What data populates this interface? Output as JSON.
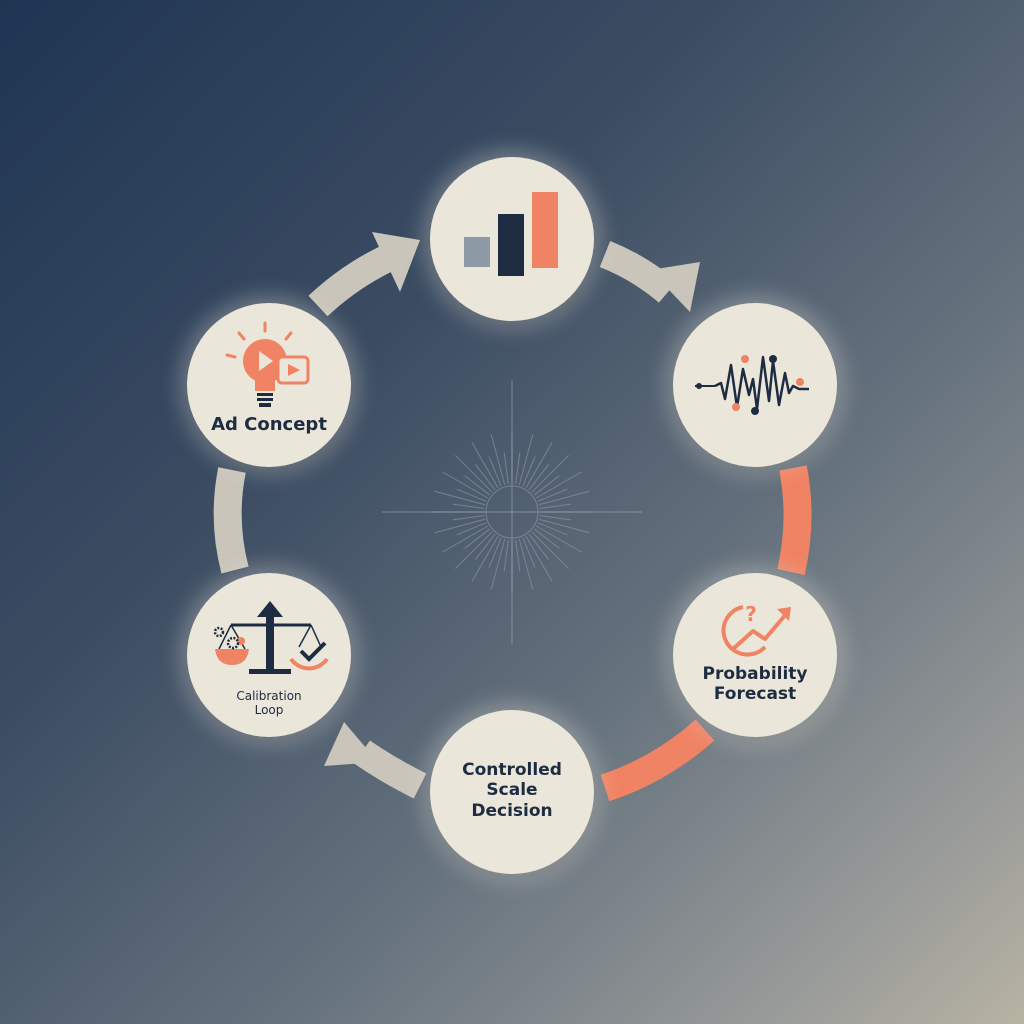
{
  "colors": {
    "accent": "#f08363",
    "navy": "#1e2c42",
    "node_fill": "#ebe6da",
    "connector_neutral": "#c9c5bb"
  },
  "nodes": [
    {
      "id": "top",
      "icon": "bar-chart-icon",
      "label": ""
    },
    {
      "id": "right",
      "icon": "signal-waveform-icon",
      "label": ""
    },
    {
      "id": "bottom-right",
      "icon": "question-trend-icon",
      "label": "Probability Forecast"
    },
    {
      "id": "bottom",
      "icon": "",
      "label": "Controlled\nScale\nDecision"
    },
    {
      "id": "bottom-left",
      "icon": "balance-scale-icon",
      "label": "Calibration\nLoop"
    },
    {
      "id": "left",
      "icon": "lightbulb-video-icon",
      "label": "Ad Concept"
    }
  ],
  "labels": {
    "ad_concept": "Ad Concept",
    "probability_forecast": "Probability Forecast",
    "controlled_scale": "Controlled\nScale\nDecision",
    "calibration_loop": "Calibration\nLoop"
  }
}
